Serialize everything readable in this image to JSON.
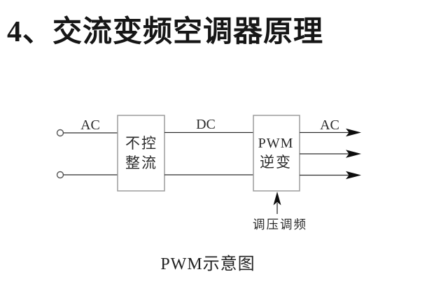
{
  "slide": {
    "title": "4、交流变频空调器原理",
    "caption": "PWM示意图"
  },
  "diagram": {
    "ac_input_label": "AC",
    "dc_label": "DC",
    "ac_output_label": "AC",
    "control_label": "调压调频",
    "rectifier_block": {
      "line1": "不控",
      "line2": "整流"
    },
    "inverter_block": {
      "line1": "PWM",
      "line2": "逆变"
    },
    "colors": {
      "background": "#ffffff",
      "title_text": "#161616",
      "wire": "#2f2f2f",
      "box_border": "#9c9c9c",
      "box_fill": "#ffffff",
      "arrowhead": "#0d0d0d",
      "label_text": "#2a2a2a",
      "terminal_stroke": "#555555"
    }
  }
}
